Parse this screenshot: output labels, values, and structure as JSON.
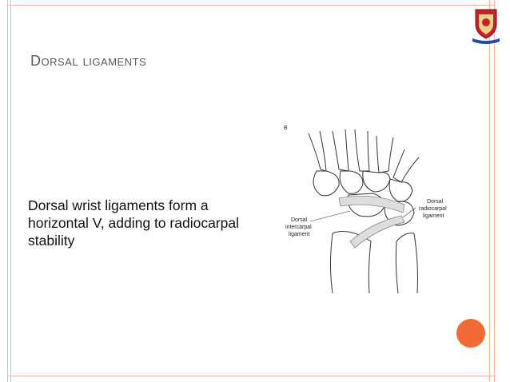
{
  "slide": {
    "title": "Dorsal ligaments",
    "body": "Dorsal wrist ligaments form a horizontal V, adding to radiocarpal stability"
  },
  "figure": {
    "panel_letter": "B",
    "label_left_1": "Dorsal",
    "label_left_2": "intercarpal",
    "label_left_3": "ligament",
    "label_right_1": "Dorsal",
    "label_right_2": "radiocarpal",
    "label_right_3": "ligament"
  },
  "colors": {
    "border": "#f3b6a6",
    "accent_dot": "#f26a36",
    "title_text": "#5a5a5a"
  },
  "icons": {
    "logo": "university-crest-icon",
    "accent": "orange-circle"
  }
}
